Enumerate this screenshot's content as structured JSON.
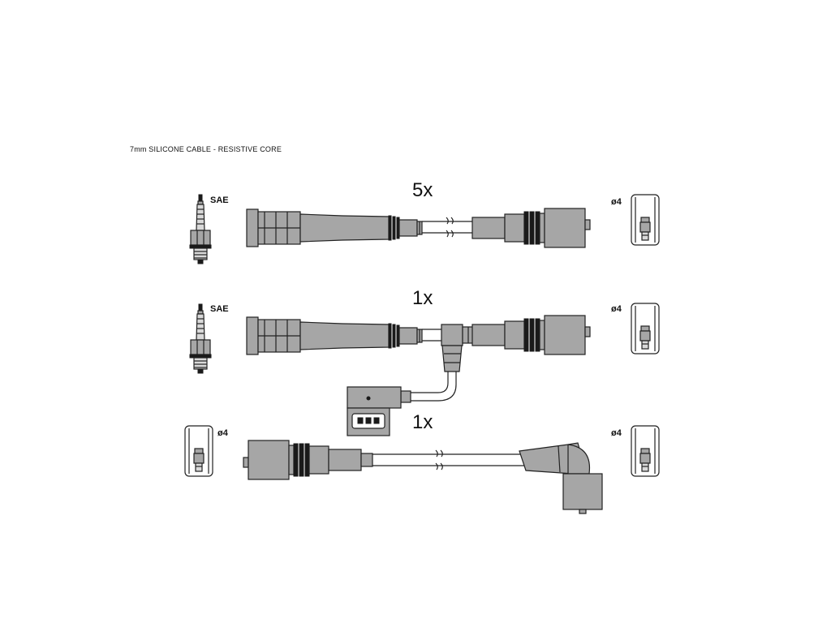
{
  "caption": "7mm SILICONE CABLE - RESISTIVE CORE",
  "rows": [
    {
      "quantity": "5x",
      "plug_label": "SAE",
      "terminal_label": "ø4"
    },
    {
      "quantity": "1x",
      "plug_label": "SAE",
      "terminal_label": "ø4"
    },
    {
      "quantity": "1x",
      "left_terminal_label": "ø4",
      "right_terminal_label": "ø4"
    }
  ]
}
